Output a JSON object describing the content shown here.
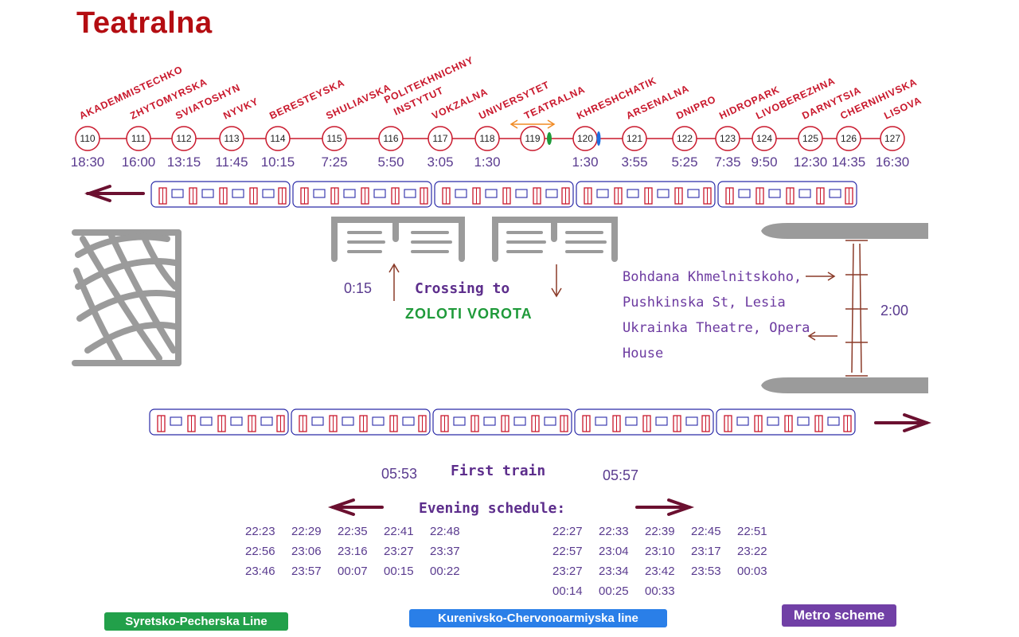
{
  "title": "Teatralna",
  "stations": [
    {
      "name": "AKADEMMISTECHKO",
      "code": "110",
      "time": "18:30"
    },
    {
      "name": "ZHYTOMYRSKA",
      "code": "111",
      "time": "16:00"
    },
    {
      "name": "SVIATOSHYN",
      "code": "112",
      "time": "13:15"
    },
    {
      "name": "NYVKY",
      "code": "113",
      "time": "11:45"
    },
    {
      "name": "BERESTEYSKA",
      "code": "114",
      "time": "10:15"
    },
    {
      "name": "SHULIAVSKA",
      "code": "115",
      "time": "7:25"
    },
    {
      "name": "POLITEKHNICHNY INSTYTUT",
      "code": "116",
      "time": "5:50"
    },
    {
      "name": "VOKZALNA",
      "code": "117",
      "time": "3:05"
    },
    {
      "name": "UNIVERSYTET",
      "code": "118",
      "time": "1:30"
    },
    {
      "name": "TEATRALNA",
      "code": "119",
      "time": ""
    },
    {
      "name": "KHRESHCHATIK",
      "code": "120",
      "time": "1:30"
    },
    {
      "name": "ARSENALNA",
      "code": "121",
      "time": "3:55"
    },
    {
      "name": "DNIPRO",
      "code": "122",
      "time": "5:25"
    },
    {
      "name": "HIDROPARK",
      "code": "123",
      "time": "7:35"
    },
    {
      "name": "LIVOBEREZHNA",
      "code": "124",
      "time": "9:50"
    },
    {
      "name": "DARNYTSIA",
      "code": "125",
      "time": "12:30"
    },
    {
      "name": "CHERNIHIVSKA",
      "code": "126",
      "time": "14:35"
    },
    {
      "name": "LISOVA",
      "code": "127",
      "time": "16:30"
    }
  ],
  "crossing": {
    "time": "0:15",
    "label": "Crossing to",
    "destination": "ZOLOTI VOROTA"
  },
  "exit": {
    "description": "Bohdana Khmelnitskoho, Pushkinska St, Lesia Ukrainka Theatre, Opera House",
    "time": "2:00"
  },
  "first_train": {
    "label": "First train",
    "left_time": "05:53",
    "right_time": "05:57"
  },
  "evening": {
    "label": "Evening schedule:",
    "left": [
      "22:23",
      "22:29",
      "22:35",
      "22:41",
      "22:48",
      "22:56",
      "23:06",
      "23:16",
      "23:27",
      "23:37",
      "23:46",
      "23:57",
      "00:07",
      "00:15",
      "00:22"
    ],
    "right": [
      "22:27",
      "22:33",
      "22:39",
      "22:45",
      "22:51",
      "22:57",
      "23:04",
      "23:10",
      "23:17",
      "23:22",
      "23:27",
      "23:34",
      "23:42",
      "23:53",
      "00:03",
      "00:14",
      "00:25",
      "00:33"
    ]
  },
  "buttons": {
    "syretsko": "Syretsko-Pecherska Line",
    "kurenivsko": "Kurenivsko-Chervonoarmiyska line",
    "metro": "Metro scheme"
  },
  "colors": {
    "title": "#b40d12",
    "line": "#c9182c",
    "green_line": "#1f9a3a",
    "blue_line": "#1f6fe0",
    "purple": "#6c3aa8",
    "arrow": "#6b1030"
  }
}
